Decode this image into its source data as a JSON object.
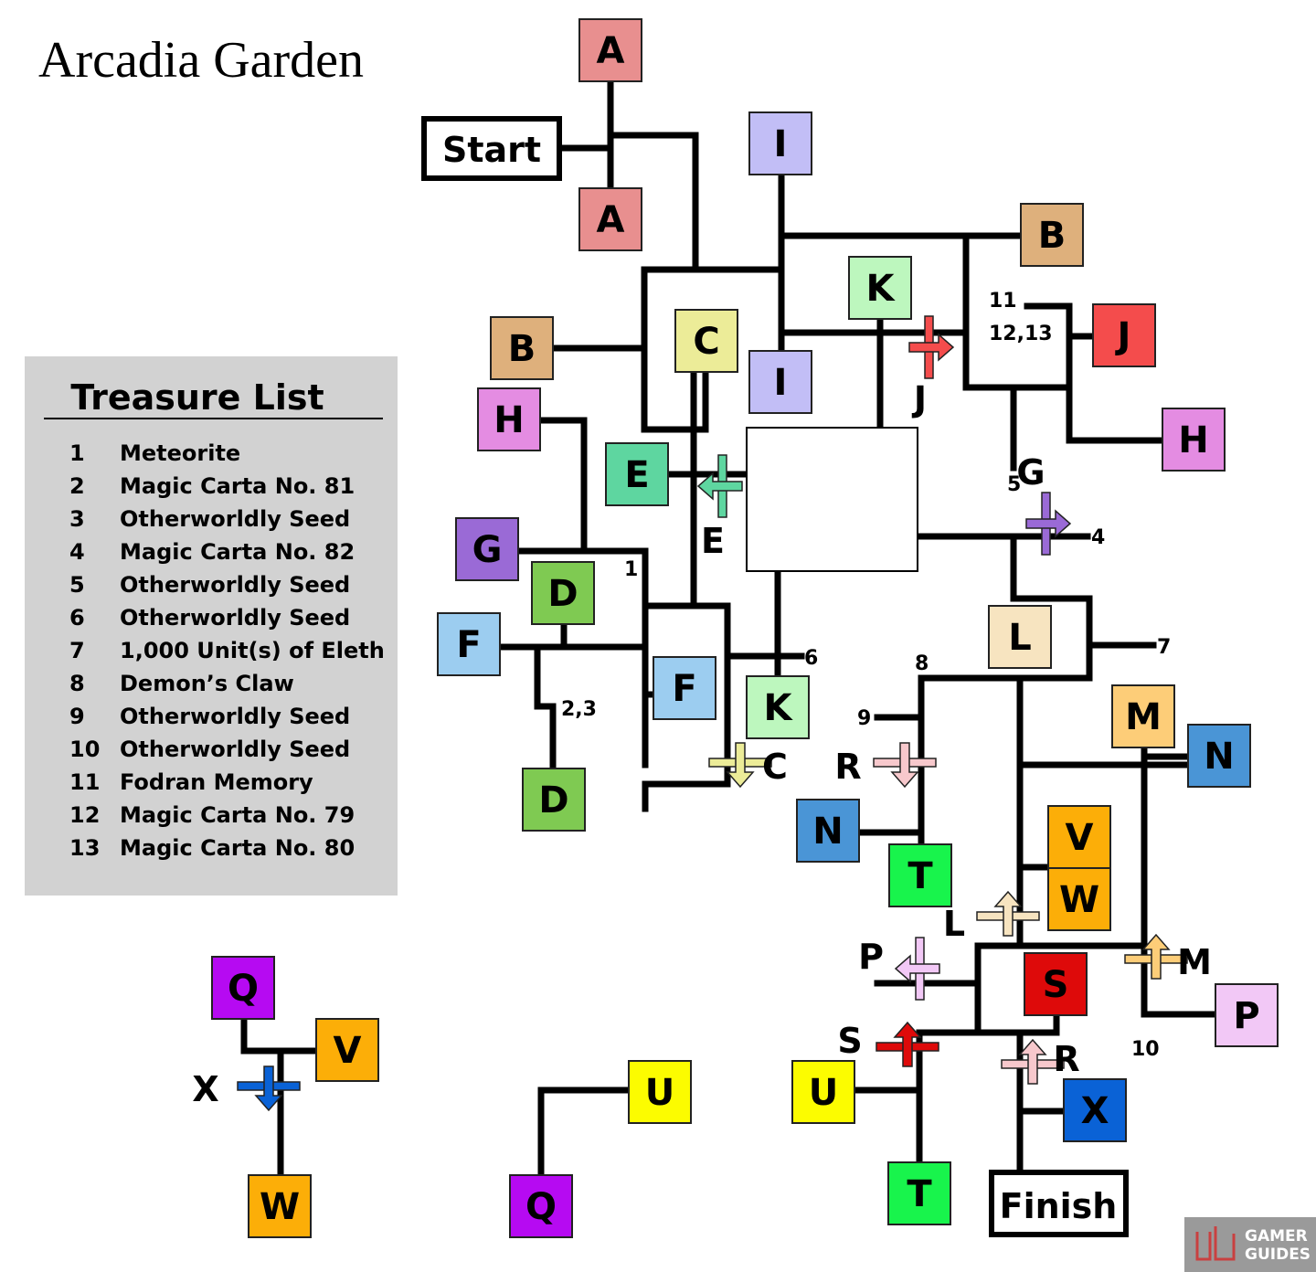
{
  "title": "Arcadia Garden",
  "rooms": {
    "start": "Start",
    "finish": "Finish",
    "A": "A",
    "B": "B",
    "C": "C",
    "D": "D",
    "E": "E",
    "F": "F",
    "G": "G",
    "H": "H",
    "I": "I",
    "J": "J",
    "K": "K",
    "L": "L",
    "M": "M",
    "N": "N",
    "P": "P",
    "Q": "Q",
    "R": "R",
    "S": "S",
    "T": "T",
    "U": "U",
    "V": "V",
    "W": "W",
    "X": "X"
  },
  "colors": {
    "A": "#e88f8f",
    "B": "#deb07c",
    "C": "#ecec98",
    "D": "#7fca52",
    "E": "#5ed6a0",
    "F": "#9ccdf0",
    "G": "#9a6ad6",
    "H": "#e48ce2",
    "I": "#c2bef6",
    "J": "#f44c4c",
    "K": "#bdf7be",
    "L": "#f7e4c0",
    "M": "#fdcd78",
    "N": "#4a95d6",
    "P": "#f2c8f6",
    "Q": "#b60af2",
    "R": "#f7c8cc",
    "S": "#de0a0a",
    "T": "#18f44c",
    "U": "#fcfc00",
    "V": "#fcae08",
    "W": "#fcae08",
    "X": "#0a62d6",
    "panel": "#d2d2d2",
    "logo": "#9a9a9a"
  },
  "numbers": {
    "n1": "1",
    "n23": "2,3",
    "n4": "4",
    "n5": "5",
    "n6": "6",
    "n7": "7",
    "n8": "8",
    "n9": "9",
    "n10": "10",
    "n11": "11",
    "n1213": "12,13"
  },
  "treasure": {
    "heading": "Treasure List",
    "items": [
      {
        "num": "1",
        "name": "Meteorite"
      },
      {
        "num": "2",
        "name": "Magic Carta No. 81"
      },
      {
        "num": "3",
        "name": "Otherworldly Seed"
      },
      {
        "num": "4",
        "name": "Magic Carta No. 82"
      },
      {
        "num": "5",
        "name": "Otherworldly Seed"
      },
      {
        "num": "6",
        "name": "Otherworldly Seed"
      },
      {
        "num": "7",
        "name": "1,000 Unit(s) of Eleth"
      },
      {
        "num": "8",
        "name": "Demon’s Claw"
      },
      {
        "num": "9",
        "name": "Otherworldly Seed"
      },
      {
        "num": "10",
        "name": "Otherworldly Seed"
      },
      {
        "num": "11",
        "name": "Fodran Memory"
      },
      {
        "num": "12",
        "name": "Magic Carta No. 79"
      },
      {
        "num": "13",
        "name": "Magic Carta No. 80"
      }
    ]
  },
  "logo": {
    "line1": "GAMER",
    "line2": "GUIDES"
  }
}
